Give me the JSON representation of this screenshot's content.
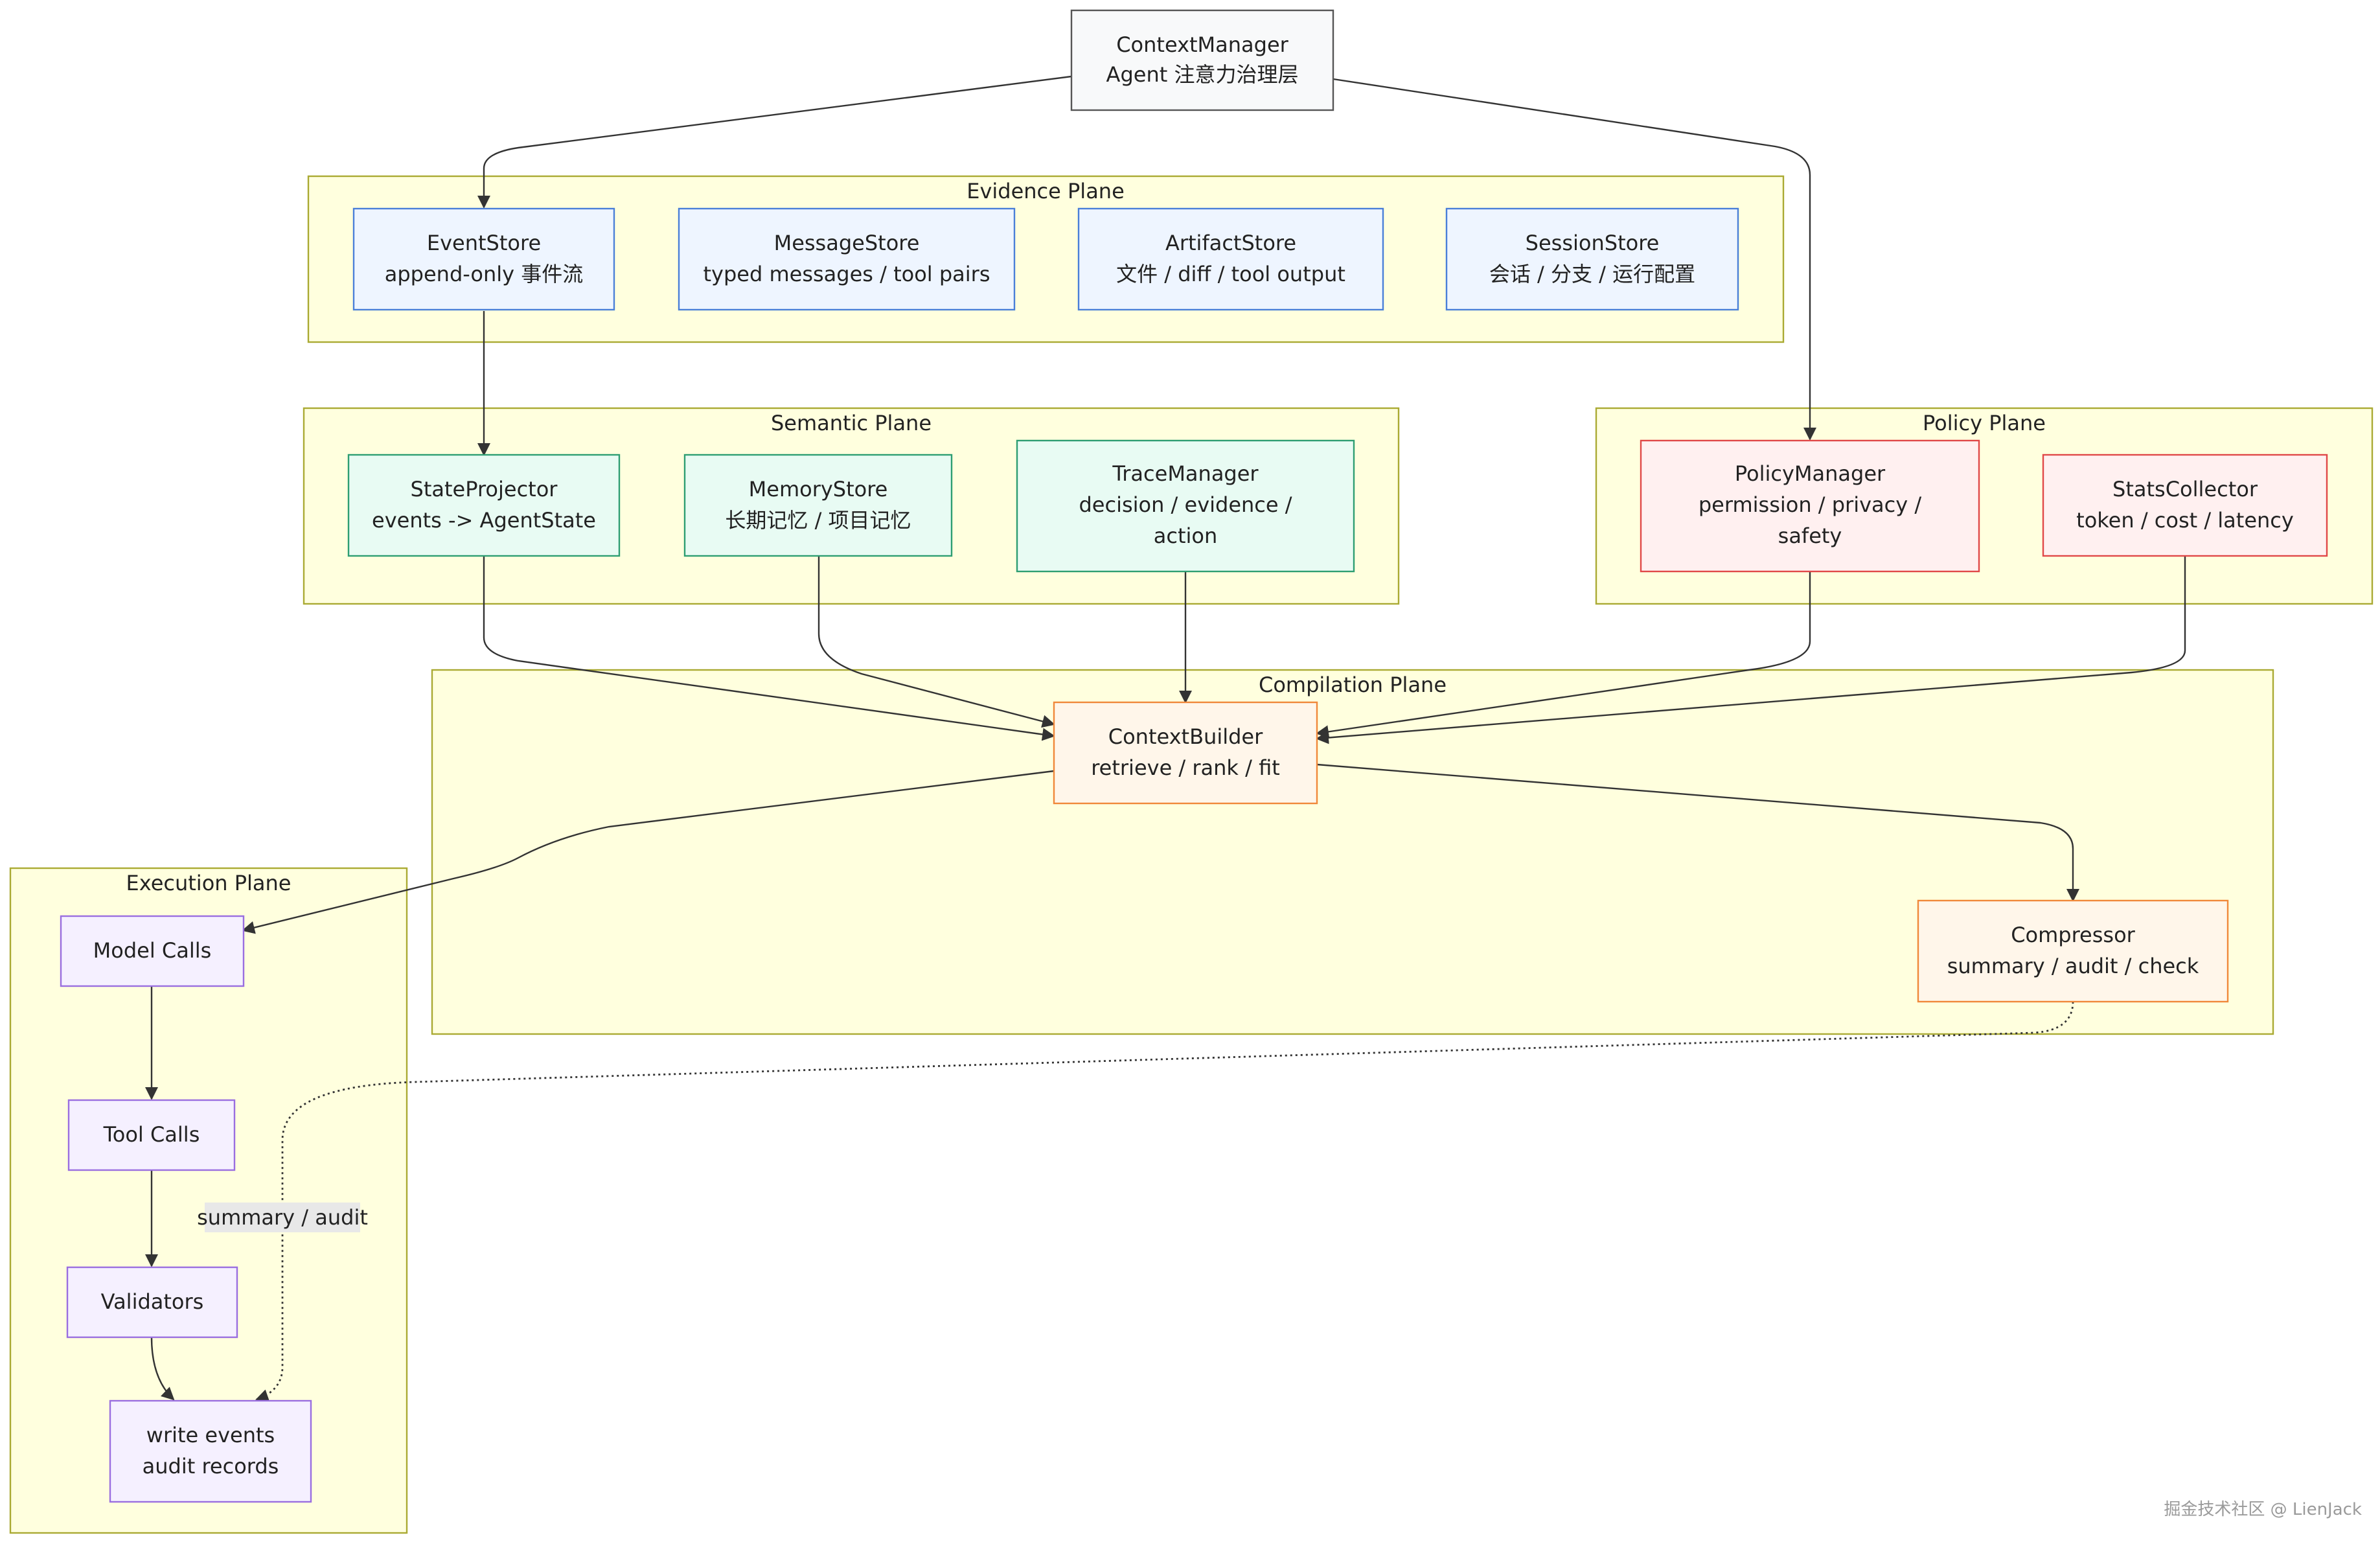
{
  "root": {
    "line1": "ContextManager",
    "line2": "Agent 注意力治理层"
  },
  "planes": {
    "evidence": "Evidence Plane",
    "semantic": "Semantic Plane",
    "policy": "Policy Plane",
    "compilation": "Compilation Plane",
    "execution": "Execution Plane"
  },
  "nodes": {
    "event_store": {
      "line1": "EventStore",
      "line2": "append-only 事件流"
    },
    "message_store": {
      "line1": "MessageStore",
      "line2": "typed messages / tool pairs"
    },
    "artifact_store": {
      "line1": "ArtifactStore",
      "line2": "文件 / diff / tool output"
    },
    "session_store": {
      "line1": "SessionStore",
      "line2": "会话 / 分支 / 运行配置"
    },
    "state_projector": {
      "line1": "StateProjector",
      "line2": "events -> AgentState"
    },
    "memory_store": {
      "line1": "MemoryStore",
      "line2": "长期记忆 / 项目记忆"
    },
    "trace_manager": {
      "line1": "TraceManager",
      "line2": "decision / evidence /",
      "line3": "action"
    },
    "policy_manager": {
      "line1": "PolicyManager",
      "line2": "permission / privacy /",
      "line3": "safety"
    },
    "stats_collector": {
      "line1": "StatsCollector",
      "line2": "token / cost / latency"
    },
    "context_builder": {
      "line1": "ContextBuilder",
      "line2": "retrieve / rank / fit"
    },
    "compressor": {
      "line1": "Compressor",
      "line2": "summary / audit / check"
    },
    "model_calls": {
      "line1": "Model Calls"
    },
    "tool_calls": {
      "line1": "Tool Calls"
    },
    "validators": {
      "line1": "Validators"
    },
    "write_events": {
      "line1": "write events",
      "line2": "audit records"
    }
  },
  "edge_labels": {
    "compressor_to_write_events": "summary / audit"
  },
  "watermark": "掘金技术社区 @ LienJack",
  "colors": {
    "root_fill": "#f8f9fa",
    "root_stroke": "#555555",
    "evidence_fill": "#eef5ff",
    "evidence_stroke": "#4a7fd8",
    "semantic_fill": "#e8fbf3",
    "semantic_stroke": "#2e9e72",
    "policy_fill": "#fff0f0",
    "policy_stroke": "#e04848",
    "compile_fill": "#fff6ea",
    "compile_stroke": "#f0883a",
    "exec_fill": "#f5f0ff",
    "exec_stroke": "#9a6ee0",
    "cluster_fill": "#ffffde",
    "cluster_stroke": "#aaaa33"
  }
}
